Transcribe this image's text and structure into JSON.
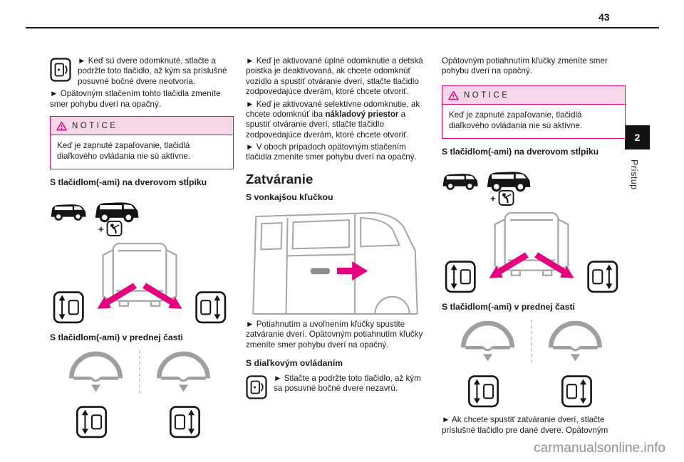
{
  "accent_color": "#e5007d",
  "page": {
    "number": "43",
    "chapter_tab": "2",
    "chapter_label": "Prístup",
    "watermark": "carmanualsonline.info"
  },
  "icons": {
    "plus": "+",
    "bullet": "►",
    "warning": "⚠"
  },
  "notice": {
    "title": "NOTICE",
    "body": "Keď je zapnuté zapaľovanie, tlačidlá diaľkového ovládania nie sú aktívne."
  },
  "col1": {
    "p1": "► Keď sú dvere odomknuté, stlačte a podržte toto tlačidlo, až kým sa príslušné posuvné bočné dvere neotvoria.",
    "p2": "► Opätovným stlačením tohto tlačidla zmeníte smer pohybu dverí na opačný.",
    "heading_pillar": "S tlačidlom(-ami) na dverovom stĺpiku",
    "heading_front": "S tlačidlom(-ami) v prednej časti"
  },
  "col2": {
    "p1": "► Keď je aktivované úplné odomknutie a detská poistka je deaktivovaná, ak chcete odomknúť vozidlo a spustiť otváranie dverí, stlačte tlačidlo zodpovedajúce dverám, ktoré chcete otvoriť.",
    "p2_pre": "► Keď je aktivované selektívne odomknutie, ak chcete odomknúť iba ",
    "p2_bold": "nákladový priestor",
    "p2_post": " a spustiť otváranie dverí, stlačte tlačidlo zodpovedajúce dverám, ktoré chcete otvoriť.",
    "p3": "► V oboch prípadoch opätovným stlačením tlačidla zmeníte smer pohybu dverí na opačný.",
    "heading_closing": "Zatváranie",
    "heading_handle": "S vonkajšou kľučkou",
    "p4": "► Potiahnutím a uvoľnením kľučky spustite zatváranie dverí. Opätovným potiahnutím kľučky zmeníte smer pohybu dverí na opačný.",
    "heading_remote": "S diaľkovým ovládaním",
    "p5": "► Stlačte a podržte toto tlačidlo, až kým sa posuvné bočné dvere nezavrú."
  },
  "col3": {
    "p1": "Opätovným potiahnutím kľučky zmeníte smer pohybu dverí na opačný.",
    "heading_pillar": "S tlačidlom(-ami) na dverovom stĺpiku",
    "heading_front": "S tlačidlom(-ami) v prednej časti",
    "p2": "► Ak chcete spustiť zatváranie dverí, stlačte príslušné tlačidlo pre dané dvere. Opätovným"
  }
}
